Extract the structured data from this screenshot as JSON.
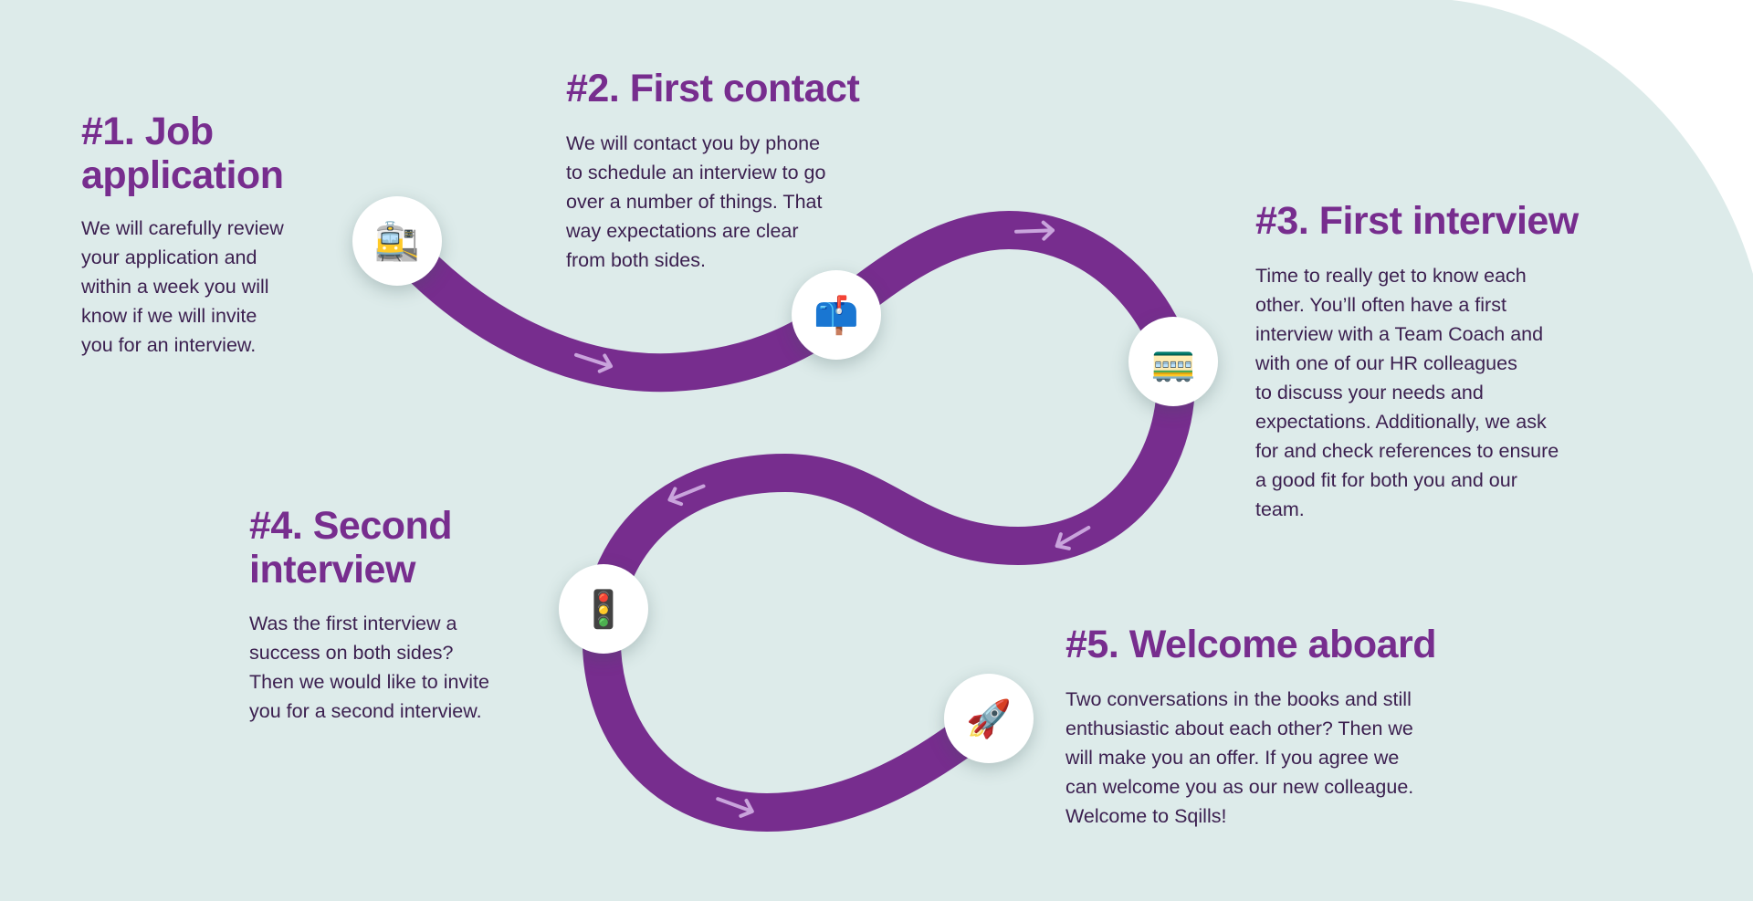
{
  "colors": {
    "path": "#772d8e",
    "arrow": "#c9a4dc",
    "background": "#ddebea",
    "heading": "#772d8e",
    "text": "#3b1f4f"
  },
  "steps": [
    {
      "title_lines": [
        "#1. Job",
        "application"
      ],
      "icon": "station-icon",
      "emoji": "🚉",
      "lines": [
        "We will carefully review",
        "your application and",
        "within a week you will",
        "know if we will invite",
        "you for an interview."
      ]
    },
    {
      "title_lines": [
        "#2. First contact"
      ],
      "icon": "mailbox-icon",
      "emoji": "📫",
      "lines": [
        "We will contact you by phone",
        "to schedule an interview to go",
        "over a number of things. That",
        "way expectations are clear",
        "from both sides."
      ]
    },
    {
      "title_lines": [
        "#3. First interview"
      ],
      "icon": "tram-car-icon",
      "emoji": "🚃",
      "lines": [
        "Time to really get to know each",
        "other. You’ll often have a first",
        "interview with a Team Coach and",
        "with one of our HR colleagues",
        "to discuss your needs and",
        "expectations. Additionally, we ask",
        "for and check references to ensure",
        "a good fit for both you and our",
        "team."
      ]
    },
    {
      "title_lines": [
        "#4. Second",
        "interview"
      ],
      "icon": "traffic-light-icon",
      "emoji": "🚦",
      "lines": [
        "Was the first interview a",
        "success on both sides?",
        "Then we would like to invite",
        "you for a second interview."
      ]
    },
    {
      "title_lines": [
        "#5. Welcome aboard"
      ],
      "icon": "rocket-icon",
      "emoji": "🚀",
      "lines": [
        "Two conversations in the books and still",
        "enthusiastic about each other? Then we",
        "will make you an offer. If you agree we",
        "can welcome you as our new colleague.",
        "Welcome to Sqills!"
      ]
    }
  ]
}
